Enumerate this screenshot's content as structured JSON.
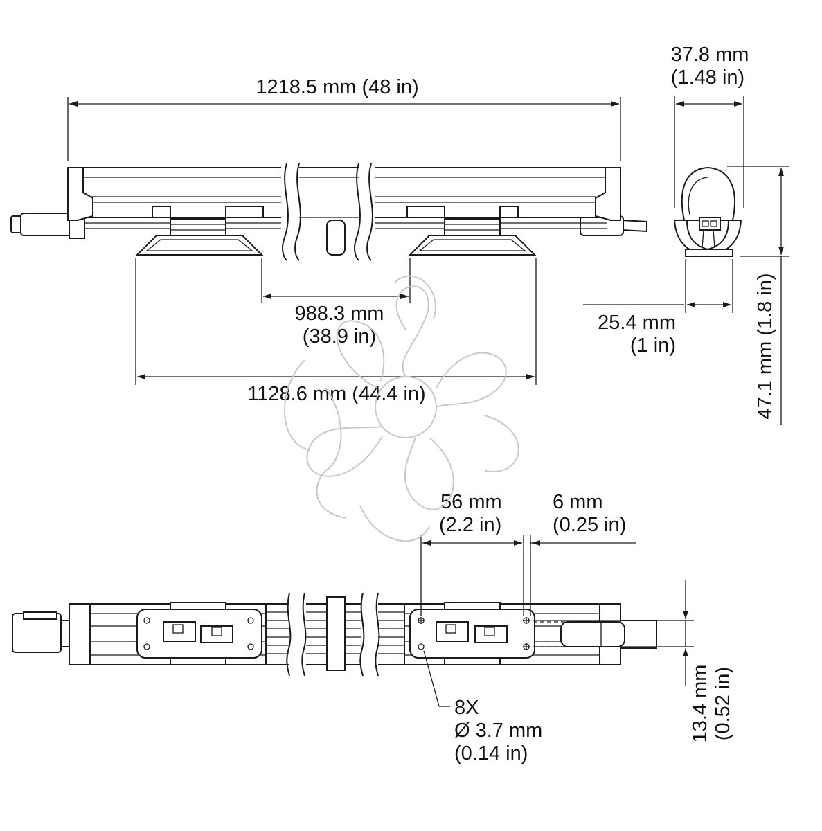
{
  "dimensions": {
    "overall_length": {
      "label": "1218.5 mm (48 in)"
    },
    "bracket_inner": {
      "line1": "988.3 mm",
      "line2": "(38.9 in)"
    },
    "bracket_outer": {
      "label": "1128.6 mm (44.4 in)"
    },
    "end_width": {
      "line1": "37.8 mm",
      "line2": "(1.48 in)"
    },
    "base_width": {
      "line1": "25.4 mm",
      "line2": "(1 in)"
    },
    "end_height": {
      "label": "47.1 mm (1.8 in)"
    },
    "hole_spacing": {
      "line1": "56 mm",
      "line2": "(2.2 in)"
    },
    "hole_offset": {
      "line1": "6 mm",
      "line2": "(0.25 in)"
    },
    "hole_callout": {
      "line1": "8X",
      "line2": "Ø 3.7 mm",
      "line3": "(0.14 in)"
    },
    "hole_row_gap": {
      "line1": "13.4 mm",
      "line2": "(0.52 in)"
    }
  }
}
